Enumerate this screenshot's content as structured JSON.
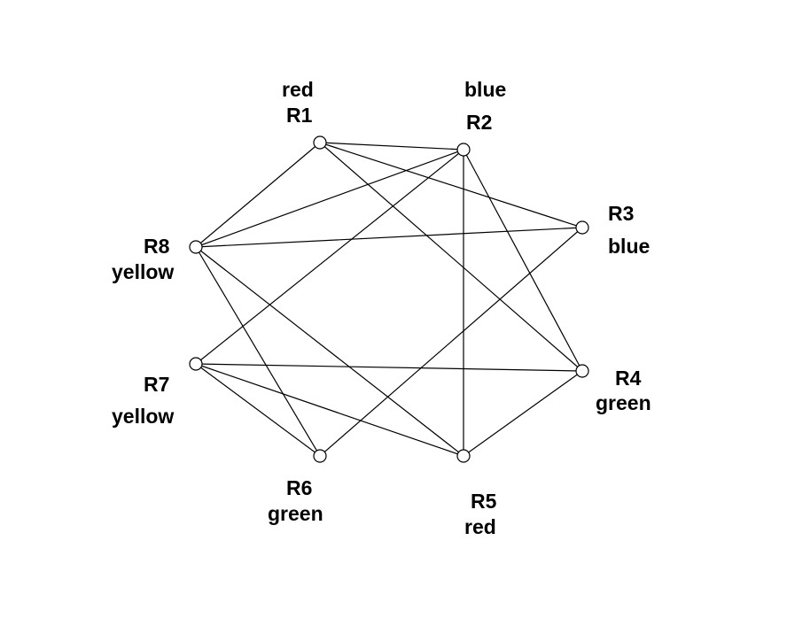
{
  "nodes": [
    {
      "id": "R1",
      "name": "R1",
      "color": "red"
    },
    {
      "id": "R2",
      "name": "R2",
      "color": "blue"
    },
    {
      "id": "R3",
      "name": "R3",
      "color": "blue"
    },
    {
      "id": "R4",
      "name": "R4",
      "color": "green"
    },
    {
      "id": "R5",
      "name": "R5",
      "color": "red"
    },
    {
      "id": "R6",
      "name": "R6",
      "color": "green"
    },
    {
      "id": "R7",
      "name": "R7",
      "color": "yellow"
    },
    {
      "id": "R8",
      "name": "R8",
      "color": "yellow"
    }
  ],
  "edges": [
    [
      "R1",
      "R2"
    ],
    [
      "R1",
      "R3"
    ],
    [
      "R1",
      "R4"
    ],
    [
      "R1",
      "R8"
    ],
    [
      "R2",
      "R8"
    ],
    [
      "R2",
      "R7"
    ],
    [
      "R2",
      "R5"
    ],
    [
      "R2",
      "R4"
    ],
    [
      "R8",
      "R3"
    ],
    [
      "R8",
      "R5"
    ],
    [
      "R8",
      "R6"
    ],
    [
      "R3",
      "R6"
    ],
    [
      "R7",
      "R4"
    ],
    [
      "R7",
      "R5"
    ],
    [
      "R7",
      "R6"
    ],
    [
      "R4",
      "R5"
    ]
  ]
}
